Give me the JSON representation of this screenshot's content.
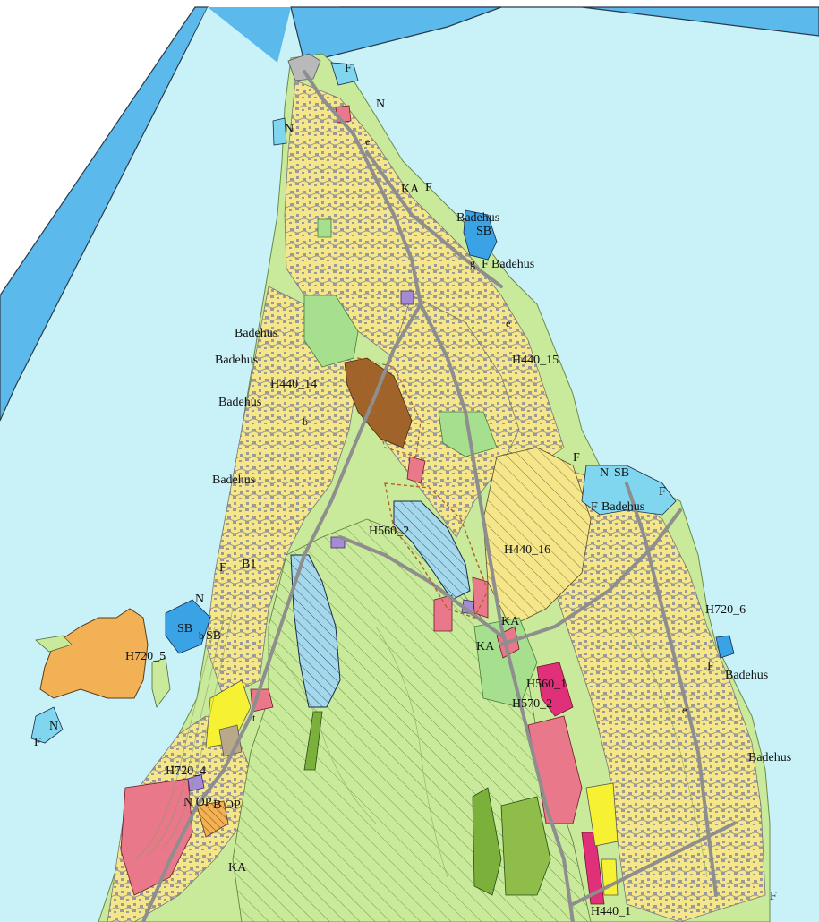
{
  "colors": {
    "sea_light": "#c9f2f8",
    "sea_deep": "#5cb9ec",
    "land_green": "#c9ea9b",
    "residential_yellow": "#f5e68a",
    "road_gray": "#8e8e8e",
    "recreation_green": "#a6e08f",
    "industry_brown": "#a0632a",
    "business_pink": "#e9788a",
    "harbour_blue": "#39a3e6",
    "orange_area": "#f3b155",
    "yellow_area": "#f6f233",
    "dark_green": "#7bb03a",
    "magenta": "#e0307a",
    "hatch_water": "#a6d8ec",
    "outline": "#4a4a4a"
  },
  "labels": {
    "badehus_1": "Badehus",
    "badehus_2": "Badehus",
    "badehus_3": "Badehus",
    "badehus_4": "Badehus",
    "badehus_5": "Badehus",
    "badehus_6": "Badehus",
    "badehus_7": "Badehus",
    "badehus_8": "Badehus",
    "badehus_9": "Badehus",
    "h440_15": "H440_15",
    "h440_14": "H440_14",
    "h440_16": "H440_16",
    "h560_2": "H560_2",
    "h720_6": "H720_6",
    "h720_5": "H720_5",
    "h720_4": "H720_4",
    "h560_1": "H560_1",
    "h570_2": "H570_2",
    "h440_1": "H440_1",
    "sb_1": "SB",
    "sb_2": "SB",
    "sb_3": "SB",
    "sb_4": "SB",
    "ka_1": "KA",
    "ka_2": "KA",
    "ka_3": "KA",
    "ka_4": "KA",
    "f_1": "F",
    "f_2": "F",
    "f_3": "F",
    "f_4": "F",
    "f_5": "F",
    "f_6": "F",
    "f_7": "F",
    "f_8": "F",
    "f_9": "F",
    "f_10": "F",
    "n_1": "N",
    "n_2": "N",
    "n_3": "N",
    "n_4": "N",
    "n_5": "N",
    "b1": "B1",
    "b_op": "B OP",
    "n_op": "N OP",
    "e_1": "e",
    "e_2": "e",
    "e_3": "e",
    "t": "t",
    "b": "b",
    "g": "g"
  }
}
